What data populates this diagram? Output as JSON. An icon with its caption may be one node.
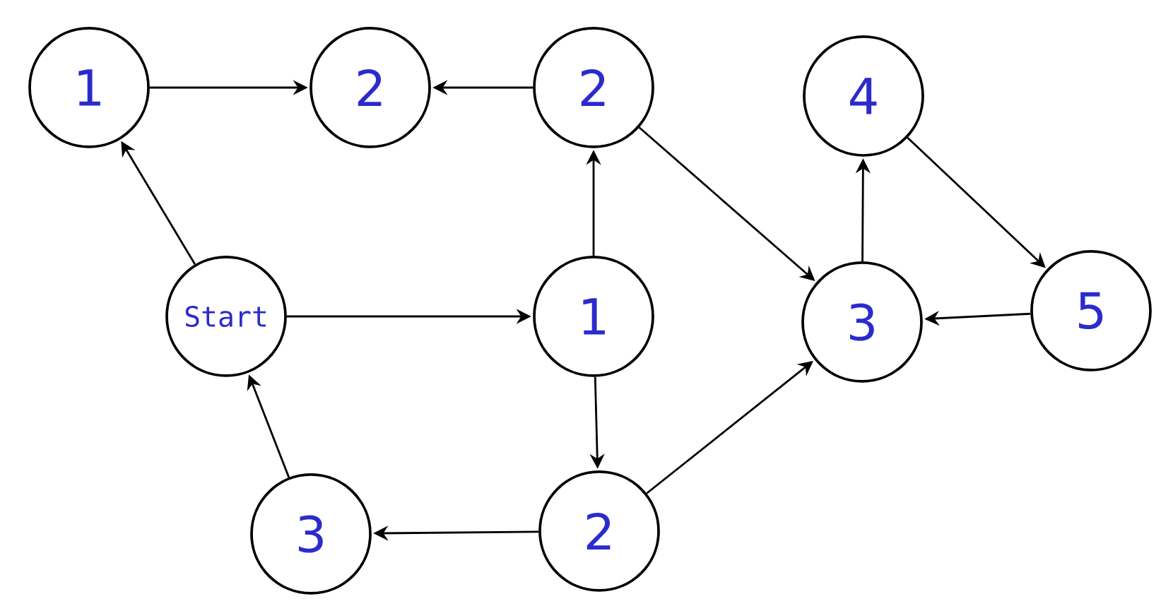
{
  "diagram": {
    "nodes": [
      {
        "text": [
          "1"
        ]
      },
      {
        "text": [
          "2"
        ]
      },
      {
        "text": [
          "2"
        ]
      },
      {
        "text": [
          "4"
        ]
      },
      {
        "text": [
          "Start"
        ]
      },
      {
        "text": [
          "1"
        ]
      },
      {
        "text": [
          "3"
        ]
      },
      {
        "text": [
          "5"
        ]
      },
      {
        "text": [
          "3"
        ]
      },
      {
        "text": [
          "2"
        ]
      }
    ],
    "edges": [
      {
        "from": 0,
        "to": 1,
        "arrow": "to"
      },
      {
        "from": 2,
        "to": 1,
        "arrow": "to"
      },
      {
        "from": 2,
        "to": 6,
        "arrow": "to"
      },
      {
        "from": 4,
        "to": 0,
        "arrow": "to"
      },
      {
        "from": 4,
        "to": 5,
        "arrow": "to"
      },
      {
        "from": 5,
        "to": 2,
        "arrow": "to"
      },
      {
        "from": 5,
        "to": 9,
        "arrow": "to"
      },
      {
        "from": 9,
        "to": 8,
        "arrow": "to"
      },
      {
        "from": 8,
        "to": 4,
        "arrow": "to"
      },
      {
        "from": 9,
        "to": 6,
        "arrow": "to"
      },
      {
        "from": 6,
        "to": 3,
        "arrow": "to"
      },
      {
        "from": 3,
        "to": 7,
        "arrow": "to"
      },
      {
        "from": 7,
        "to": 6,
        "arrow": "to"
      }
    ]
  }
}
